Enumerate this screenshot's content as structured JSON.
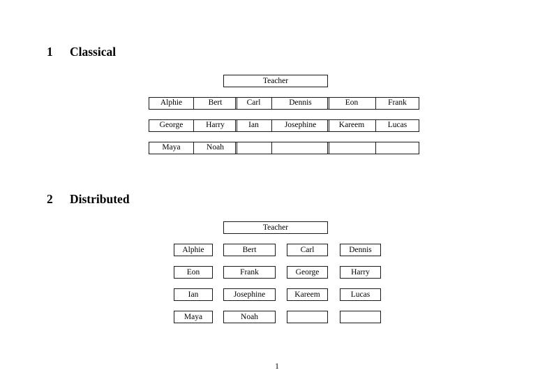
{
  "document": {
    "page_number": "1"
  },
  "sections": [
    {
      "number": "1",
      "title": "Classical",
      "teacher_label": "Teacher",
      "layout": "three-paired-tables",
      "groups": [
        {
          "name": "group-left",
          "rows": [
            [
              "Alphie",
              "Bert"
            ],
            [
              "George",
              "Harry"
            ],
            [
              "Maya",
              "Noah"
            ]
          ]
        },
        {
          "name": "group-middle",
          "rows": [
            [
              "Carl",
              "Dennis"
            ],
            [
              "Ian",
              "Josephine"
            ],
            [
              "",
              ""
            ]
          ]
        },
        {
          "name": "group-right",
          "rows": [
            [
              "Eon",
              "Frank"
            ],
            [
              "Kareem",
              "Lucas"
            ],
            [
              "",
              ""
            ]
          ]
        }
      ]
    },
    {
      "number": "2",
      "title": "Distributed",
      "teacher_label": "Teacher",
      "layout": "four-single-boxes",
      "rows": [
        [
          "Alphie",
          "Bert",
          "Carl",
          "Dennis"
        ],
        [
          "Eon",
          "Frank",
          "George",
          "Harry"
        ],
        [
          "Ian",
          "Josephine",
          "Kareem",
          "Lucas"
        ],
        [
          "Maya",
          "Noah",
          "",
          ""
        ]
      ]
    }
  ],
  "colors": {
    "page_background": "#ffffff",
    "text": "#000000",
    "border": "#1a1a1a"
  }
}
